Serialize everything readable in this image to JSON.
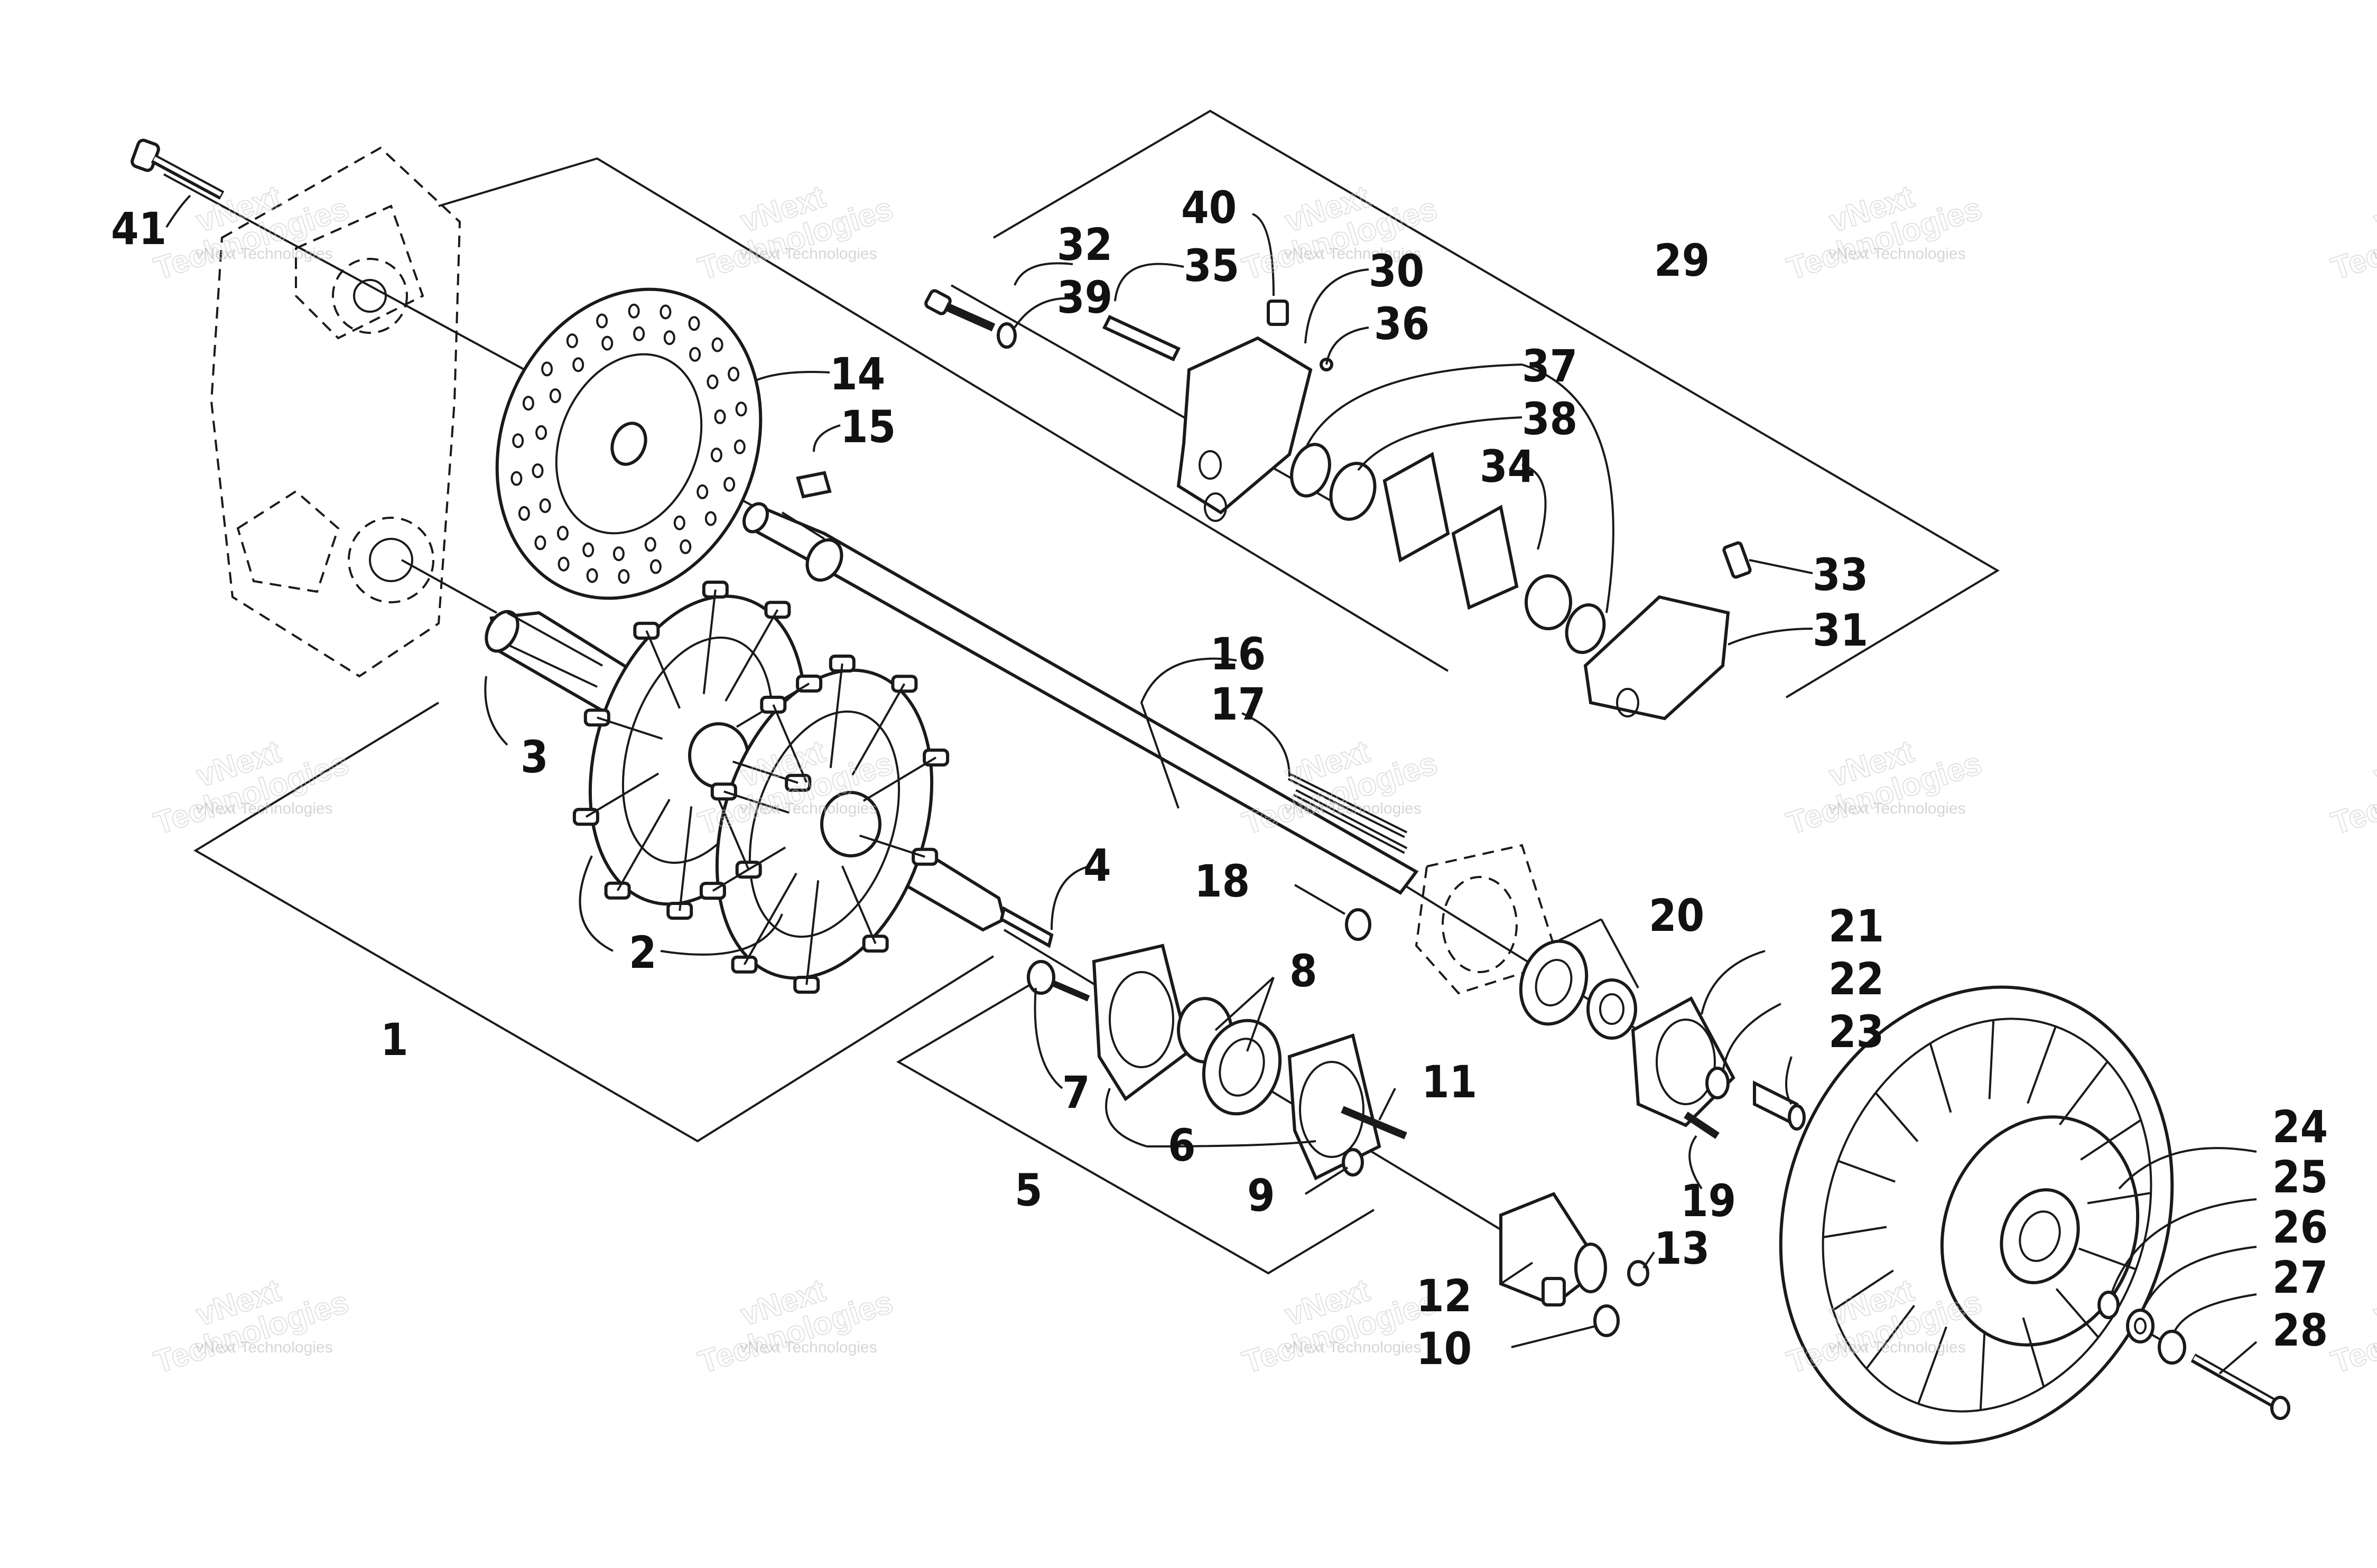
{
  "diagram": {
    "callouts": [
      "1",
      "2",
      "3",
      "4",
      "5",
      "6",
      "7",
      "8",
      "9",
      "10",
      "11",
      "12",
      "13",
      "14",
      "15",
      "16",
      "17",
      "18",
      "19",
      "20",
      "21",
      "22",
      "23",
      "24",
      "25",
      "26",
      "27",
      "28",
      "29",
      "30",
      "31",
      "32",
      "33",
      "34",
      "35",
      "36",
      "37",
      "38",
      "39",
      "40",
      "41"
    ],
    "watermark": {
      "small": "vNext Technologies",
      "big_top": "vNext",
      "big_bottom": "Technologies"
    }
  }
}
